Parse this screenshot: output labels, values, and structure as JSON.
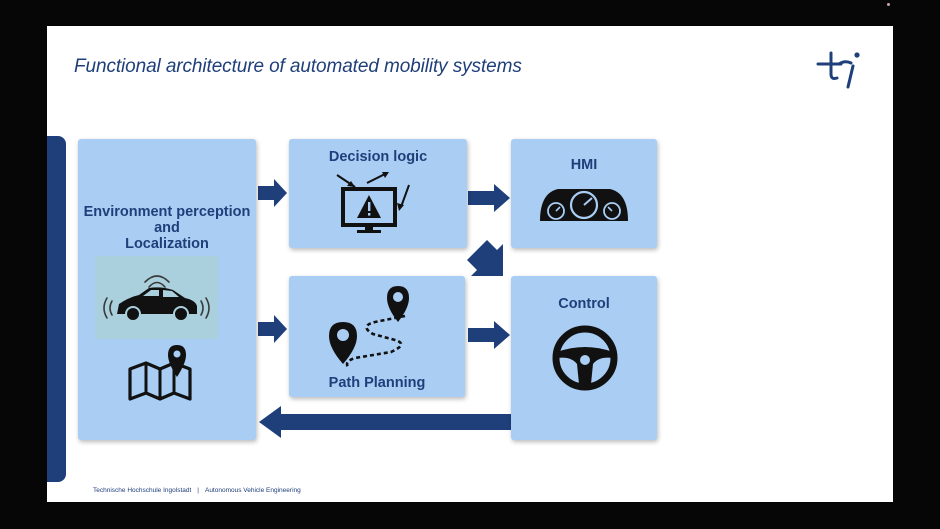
{
  "slide": {
    "title": "Functional architecture of automated mobility systems"
  },
  "blocks": {
    "environment": {
      "line1": "Environment perception",
      "line2": "and",
      "line3": "Localization"
    },
    "decision": {
      "label": "Decision logic"
    },
    "hmi": {
      "label": "HMI"
    },
    "path": {
      "label": "Path Planning"
    },
    "control": {
      "label": "Control"
    }
  },
  "icons": {
    "environment": [
      "car-sensor-icon",
      "map-pin-icon"
    ],
    "decision": "warning-monitor-icon",
    "hmi": "dashboard-gauges-icon",
    "path": "route-pins-icon",
    "control": "steering-wheel-icon",
    "logo": "thi-logo-icon"
  },
  "footer": {
    "institution": "Technische Hochschule Ingolstadt",
    "separator": "|",
    "course": "Autonomous Vehicle Engineering"
  },
  "colors": {
    "primary": "#1f3f7a",
    "box": "#a9cdf3",
    "background": "#ffffff"
  }
}
